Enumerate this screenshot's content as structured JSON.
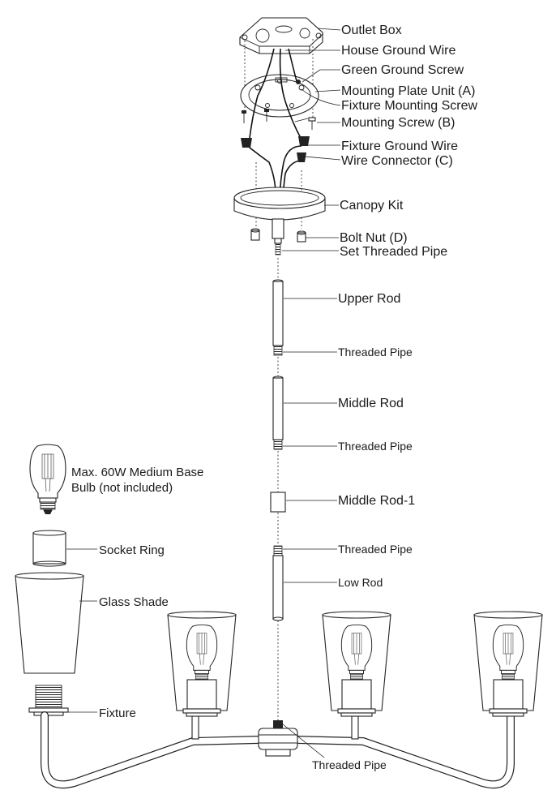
{
  "labels": {
    "outlet_box": "Outlet Box",
    "house_ground_wire": "House Ground Wire",
    "green_ground_screw": "Green Ground Screw",
    "mounting_plate_unit": "Mounting Plate Unit (A)",
    "fixture_mounting_screw": "Fixture Mounting Screw",
    "mounting_screw": "Mounting Screw (B)",
    "fixture_ground_wire": "Fixture Ground Wire",
    "wire_connector": "Wire Connector (C)",
    "canopy_kit": "Canopy Kit",
    "bolt_nut": "Bolt Nut (D)",
    "set_threaded_pipe": "Set Threaded Pipe",
    "upper_rod": "Upper Rod",
    "threaded_pipe_1": "Threaded Pipe",
    "middle_rod": "Middle Rod",
    "threaded_pipe_2": "Threaded Pipe",
    "middle_rod_1": "Middle Rod-1",
    "threaded_pipe_3": "Threaded Pipe",
    "low_rod": "Low Rod",
    "bulb_line1": "Max. 60W Medium Base",
    "bulb_line2": "Bulb (not included)",
    "socket_ring": "Socket Ring",
    "glass_shade": "Glass Shade",
    "fixture": "Fixture",
    "threaded_pipe_bottom": "Threaded Pipe"
  }
}
